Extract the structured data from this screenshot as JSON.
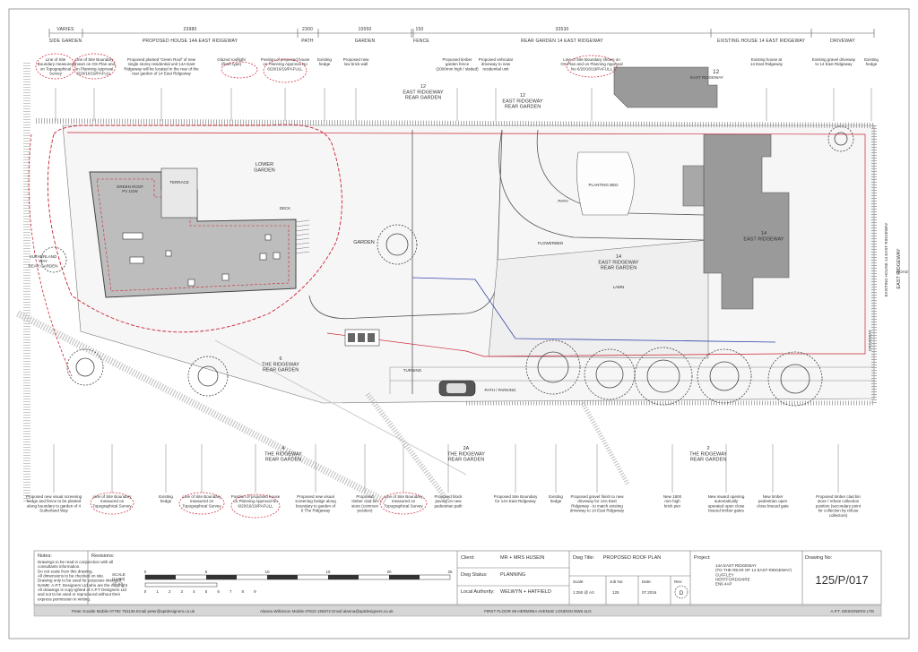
{
  "zones": {
    "varies": "VARIES",
    "side_garden": "SIDE GARDEN",
    "dim_house": "23980",
    "proposed_house": "PROPOSED HOUSE 14A EAST RIDGEWAY",
    "dim_path": "2300",
    "path": "PATH",
    "dim_garden": "10550",
    "garden": "GARDEN",
    "dim_fence": "150",
    "fence": "FENCE",
    "dim_rear": "33530",
    "rear_garden_14": "REAR GARDEN 14 EAST RIDGEWAY",
    "existing_house": "EXISTING HOUSE 14 EAST RIDGEWAY",
    "driveway": "DRIVEWAY"
  },
  "labels": {
    "lower_garden": "LOWER\nGARDEN",
    "green_roof": "GREEN ROOF\nPV 1GW",
    "terrace": "TERRACE",
    "deck": "DECK",
    "garden": "GARDEN",
    "rg12a": "12\nEAST RIDGEWAY\nREAR GARDEN",
    "rg12b": "12\nEAST RIDGEWAY\nREAR GARDEN",
    "num12": "12",
    "east_ridgeway_12": "EAST RIDGEWAY",
    "rg14": "14\nEAST RIDGEWAY\nREAR GARDEN",
    "lawn": "LAWN",
    "house14": "14\nEAST RIDGEWAY",
    "planting_bed": "PLANTING BED",
    "path": "PATH",
    "flowerbed": "FLOWERBED",
    "rg6": "6\nTHE RIDGEWAY\nREAR GARDEN",
    "rg4": "4\nTHE RIDGEWAY\nREAR GARDEN",
    "rg2a": "2A\nTHE RIDGEWAY\nREAR GARDEN",
    "rg2": "2\nTHE RIDGEWAY\nREAR GARDEN",
    "turning": "TURNING",
    "path_parking": "PATH / PARKING",
    "road_vertical": "EXISTING HOUSE 14 EAST RIDGEWAY",
    "driveway_vertical": "DRIVEWAY",
    "east_ridgeway_road": "EAST RIDGEWAY",
    "road": "ROAD",
    "sutherland": "SUTHERLAND\nWAY\nREAR GARDEN"
  },
  "top_notes": [
    "Line of Site\nBoundary measured\non Topographical\nSurvey",
    "Line of Site Boundary\nshown on OS Plan and\non Planning Approval\n6/20/16/19/PAFULL",
    "Proposed planted 'Green Roof' of new\nsingle storey residential unit 14A East\nRidgeway will be located in the rear of the\nrear garden of 14 East Ridgeway",
    "Glazed rooflight\n(flush type)",
    "Position of proposed house\non Planning Approval No\n6/20/16/19/PAFULL",
    "Existing\nhedge",
    "Proposed new\nlow brick wall",
    "Proposed timber\ngarden fence\n(2000mm high / slatted)",
    "Proposed vehicular\ndriveway to new\nresidential unit",
    "Line of Site Boundary shown on\nOS Plan and on Planning Approval\nNo 6/20/16/19/PAFULL",
    "Existing house at\n14 East Ridgeway",
    "Existing gravel driveway\nto 14 East Ridgeway",
    "Existing\nhedge"
  ],
  "bottom_notes": [
    "Proposed new visual screening\nhedge and fence to be planted\nalong boundary to garden of 4\nSutherland Way",
    "Line of Site Boundary\nmeasured on\nTopographical Survey",
    "Existing\nhedge",
    "Line of Site Boundary\nmeasured on\nTopographical Survey",
    "Position of proposed house\non Planning Approval No\n6/20/16/19/PAFULL",
    "Proposed new visual\nscreening hedge along\nboundary to garden of\n6 The Ridgeway",
    "Proposed\ntimber clad bin\nstore (common\nposition)",
    "Line of Site Boundary\nmeasured on\nTopographical Survey",
    "Proposed block\npaving on new\npedestrian path",
    "Proposed Site Boundary\nfor 14A East Ridgeway",
    "Existing\nhedge",
    "Proposed gravel finish to new\ndriveway for 14A East\nRidgeway - to match existing\ndriveway to 14 East Ridgeway",
    "New 1800\nmm high\nbrick pier",
    "New inward opening\nautomatically\noperated open close\nbraced timber gates",
    "New timber\npedestrian open\nclose braced gate",
    "Proposed timber clad bin\nstore / refuse collection\nposition (secondary point\nfor collection by refuse\ncollectors)"
  ],
  "title_block": {
    "notes_heading": "Notes:",
    "notes_text": "Drawings to be read in conjunction with all\nconsultants information.\nDo not scale from this drawing.\nAll dimensions to be checked on site.\nDrawing only to be used for purposes intended\nNAME: A.P.T. Designers Ltd who are the copyright\nAll drawings is copy-ighted of A.P.T Designers Ltd\nand not to be used or reproduced without their\nexpress permission in writing.",
    "revisions_heading": "Revisions:",
    "scale_label": "SCALE\n(1:250)\nAT A3",
    "scale_top": [
      "0",
      "5",
      "10",
      "15",
      "20",
      "25"
    ],
    "scale_bottom": [
      "0",
      "1",
      "2",
      "3",
      "4",
      "5",
      "6",
      "7",
      "8",
      "9"
    ],
    "client_label": "Client:",
    "client": "MR + MRS HUSEIN",
    "status_label": "Dwg Status:",
    "status": "PLANNING",
    "authority_label": "Local Authority:",
    "authority": "WELWYN + HATFIELD",
    "title_label": "Dwg Title:",
    "title": "PROPOSED ROOF PLAN",
    "scale_hdr": "Scale:",
    "scale": "1:250 @ A3",
    "job_hdr": "Job No:",
    "job": "125",
    "date_hdr": "Date:",
    "date": "07.2016",
    "rev_hdr": "Rev:",
    "rev": "D",
    "project_label": "Project:",
    "project": "14A EAST RIDGEWAY\n(TO THE REAR OF 14 EAST RIDGEWAY)\nCUFFLEY\nHERTFORDSHIRE\nEN6 4AP",
    "drawing_no_label": "Drawing No:",
    "drawing_no": "125/P/017"
  },
  "footer": {
    "person1": "Peter Goulde   Mobile 07792 791136   Email peter@aptdesigners.co.uk",
    "person2": "Alanna Wilkinson   Mobile 07810 155572   Email alanna@aptdesigners.co.uk",
    "address": "FIRST FLOOR   69 HERMINIA AVENUE   LONDON   NW6 4LG",
    "company": "A.P.T. DESIGNERS LTD"
  },
  "colors": {
    "boundary_red": "#cc2233",
    "roof_grey": "#bdbdbd",
    "house_grey": "#9a9a9a",
    "route_blue": "#3344aa",
    "footer_band": "#d6d6d6"
  }
}
